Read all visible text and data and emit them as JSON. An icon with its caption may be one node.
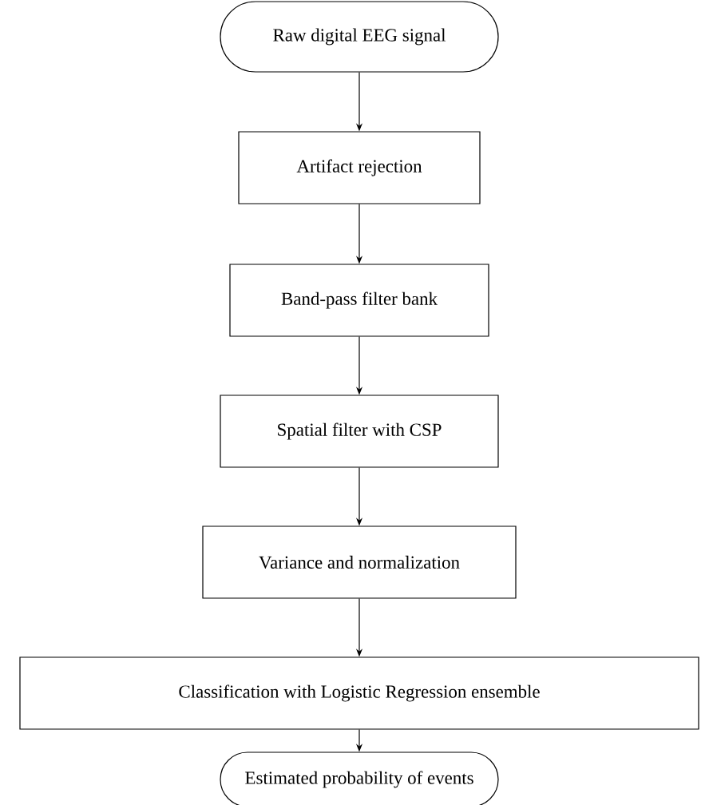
{
  "diagram": {
    "nodes": [
      {
        "text": [
          "Raw digital EEG signal"
        ]
      },
      {
        "text": [
          "Artifact rejection"
        ]
      },
      {
        "text": [
          "Band-pass filter bank"
        ]
      },
      {
        "text": [
          "Spatial filter with CSP"
        ]
      },
      {
        "text": [
          "Variance and normalization"
        ]
      },
      {
        "text": [
          "Classification with Logistic Regression ensemble"
        ]
      },
      {
        "text": [
          "Estimated probability of events"
        ]
      }
    ],
    "edges": [
      {
        "from": 0,
        "to": 1,
        "arrow": "to"
      },
      {
        "from": 1,
        "to": 2,
        "arrow": "to"
      },
      {
        "from": 2,
        "to": 3,
        "arrow": "to"
      },
      {
        "from": 3,
        "to": 4,
        "arrow": "to"
      },
      {
        "from": 4,
        "to": 5,
        "arrow": "to"
      },
      {
        "from": 5,
        "to": 6,
        "arrow": "to"
      }
    ]
  }
}
